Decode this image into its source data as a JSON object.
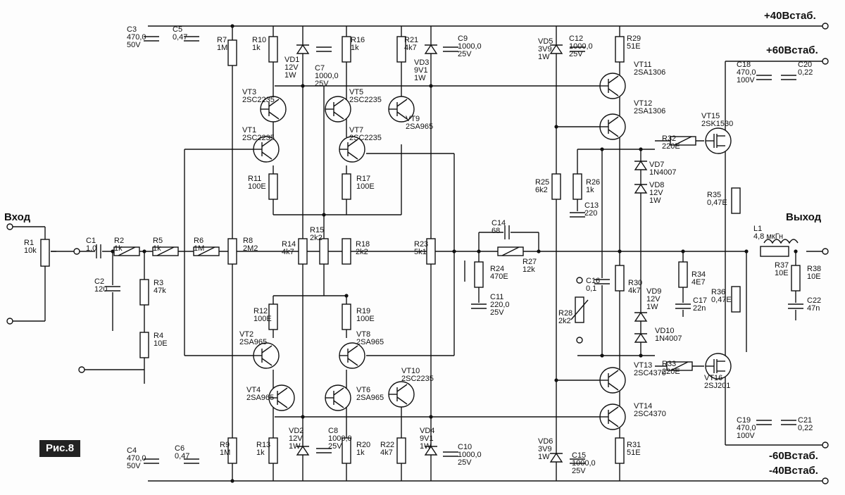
{
  "rails": {
    "pos40": "+40Встаб.",
    "pos60": "+60Встаб.",
    "neg60": "-60Встаб.",
    "neg40": "-40Встаб."
  },
  "io": {
    "input": "Вход",
    "output": "Выход"
  },
  "figure_label": "Рис.8",
  "components": {
    "C3": [
      "C3",
      "470,0",
      "50V"
    ],
    "C5": [
      "C5",
      "0,47"
    ],
    "R7": [
      "R7",
      "1M"
    ],
    "R10": [
      "R10",
      "1k"
    ],
    "VD1": [
      "VD1",
      "12V",
      "1W"
    ],
    "C7": [
      "C7",
      "1000,0",
      "25V"
    ],
    "R16": [
      "R16",
      "1k"
    ],
    "R21": [
      "R21",
      "4k7"
    ],
    "VD3": [
      "VD3",
      "9V1",
      "1W"
    ],
    "C9": [
      "C9",
      "1000,0",
      "25V"
    ],
    "VD5": [
      "VD5",
      "3V9",
      "1W"
    ],
    "C12": [
      "C12",
      "1000,0",
      "25V"
    ],
    "R29": [
      "R29",
      "51E"
    ],
    "VT11": [
      "VT11",
      "2SA1306"
    ],
    "VT12": [
      "VT12",
      "2SA1306"
    ],
    "C18": [
      "C18",
      "470,0",
      "100V"
    ],
    "C20": [
      "C20",
      "0,22"
    ],
    "VT15": [
      "VT15",
      "2SK1530"
    ],
    "VT3": [
      "VT3",
      "2SC2235"
    ],
    "VT5": [
      "VT5",
      "2SC2235"
    ],
    "VT1": [
      "VT1",
      "2SC2235"
    ],
    "VT7": [
      "VT7",
      "2SC2235"
    ],
    "VT9": [
      "VT9",
      "2SA965"
    ],
    "R32": [
      "R32",
      "220E"
    ],
    "VD7": [
      "VD7",
      "1N4007"
    ],
    "VD8": [
      "VD8",
      "12V",
      "1W"
    ],
    "R11": [
      "R11",
      "100E"
    ],
    "R17": [
      "R17",
      "100E"
    ],
    "R25": [
      "R25",
      "6k2"
    ],
    "R26": [
      "R26",
      "1k"
    ],
    "C13": [
      "C13",
      "220"
    ],
    "R35": [
      "R35",
      "0,47E"
    ],
    "R1": [
      "R1",
      "10k"
    ],
    "C1": [
      "C1",
      "1,0"
    ],
    "R2": [
      "R2",
      "1k"
    ],
    "R5": [
      "R5",
      "1k"
    ],
    "R6": [
      "R6",
      "1M"
    ],
    "R8": [
      "R8",
      "2M2"
    ],
    "R14": [
      "R14",
      "4k7"
    ],
    "R15": [
      "R15",
      "2k2"
    ],
    "R18": [
      "R18",
      "2k2"
    ],
    "R23": [
      "R23",
      "5k1"
    ],
    "C14": [
      "C14",
      "68"
    ],
    "R27": [
      "R27",
      "12k"
    ],
    "R24": [
      "R24",
      "470E"
    ],
    "L1": [
      "L1",
      "4,8 мкГн"
    ],
    "R37": [
      "R37",
      "10E"
    ],
    "R38": [
      "R38",
      "10E"
    ],
    "C22": [
      "C22",
      "47n"
    ],
    "C2": [
      "C2",
      "120"
    ],
    "R3": [
      "R3",
      "47k"
    ],
    "C11": [
      "C11",
      "220,0",
      "25V"
    ],
    "C16": [
      "C16",
      "0,1"
    ],
    "R30": [
      "R30",
      "4k7"
    ],
    "VD9": [
      "VD9",
      "12V",
      "1W"
    ],
    "R34": [
      "R34",
      "4E7"
    ],
    "C17": [
      "C17",
      "22n"
    ],
    "R36": [
      "R36",
      "0,47E"
    ],
    "R28": [
      "R28",
      "2k2"
    ],
    "R4": [
      "R4",
      "10E"
    ],
    "R12": [
      "R12",
      "100E"
    ],
    "R19": [
      "R19",
      "100E"
    ],
    "VT2": [
      "VT2",
      "2SA965"
    ],
    "VT8": [
      "VT8",
      "2SA965"
    ],
    "VD10": [
      "VD10",
      "1N4007"
    ],
    "R33": [
      "R33",
      "220E"
    ],
    "VT16": [
      "VT16",
      "2SJ201"
    ],
    "VT10": [
      "VT10",
      "2SC2235"
    ],
    "VT13": [
      "VT13",
      "2SC4370"
    ],
    "VT4": [
      "VT4",
      "2SA965"
    ],
    "VT6": [
      "VT6",
      "2SA965"
    ],
    "VT14": [
      "VT14",
      "2SC4370"
    ],
    "C8": [
      "C8",
      "1000,0",
      "25V"
    ],
    "VD2": [
      "VD2",
      "12V",
      "1W"
    ],
    "VD4": [
      "VD4",
      "9V1",
      "1W"
    ],
    "C19": [
      "C19",
      "470,0",
      "100V"
    ],
    "C21": [
      "C21",
      "0,22"
    ],
    "C4": [
      "C4",
      "470,0",
      "50V"
    ],
    "C6": [
      "C6",
      "0,47"
    ],
    "R9": [
      "R9",
      "1M"
    ],
    "R13": [
      "R13",
      "1k"
    ],
    "R20": [
      "R20",
      "1k"
    ],
    "R22": [
      "R22",
      "4k7"
    ],
    "C10": [
      "C10",
      "1000,0",
      "25V"
    ],
    "VD6": [
      "VD6",
      "3V9",
      "1W"
    ],
    "C15": [
      "C15",
      "1000,0",
      "25V"
    ],
    "R31": [
      "R31",
      "51E"
    ]
  }
}
